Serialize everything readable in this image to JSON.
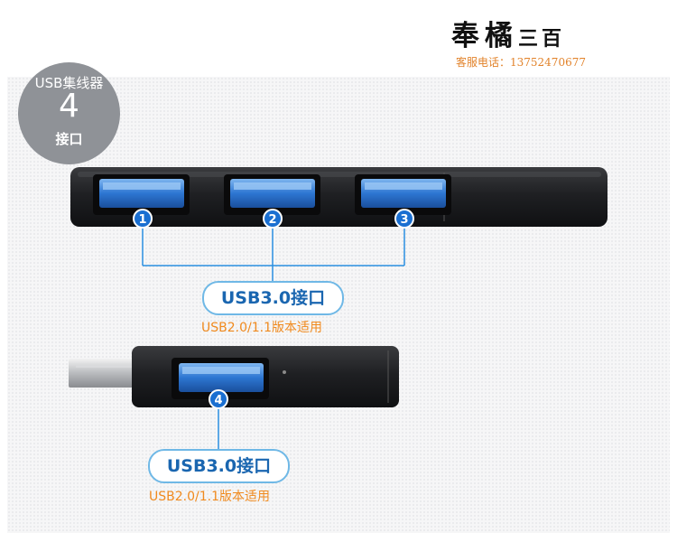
{
  "brand": {
    "name_big": "奉橘",
    "name_small": "三百",
    "hotline": "客服电话：13752470677"
  },
  "badge": {
    "line1": "USB集线器",
    "number": "4",
    "line3": "接口"
  },
  "ports": {
    "p1": "1",
    "p2": "2",
    "p3": "3",
    "p4": "4"
  },
  "labels": {
    "top_port": "USB3.0接口",
    "top_compat": "USB2.0/1.1版本适用",
    "bottom_port": "USB3.0接口",
    "bottom_compat": "USB2.0/1.1版本适用"
  },
  "colors": {
    "accent_blue": "#1a66b0",
    "port_blue": "#2d76d2",
    "orange": "#f08a1e",
    "badge_gray": "#8f9297"
  }
}
